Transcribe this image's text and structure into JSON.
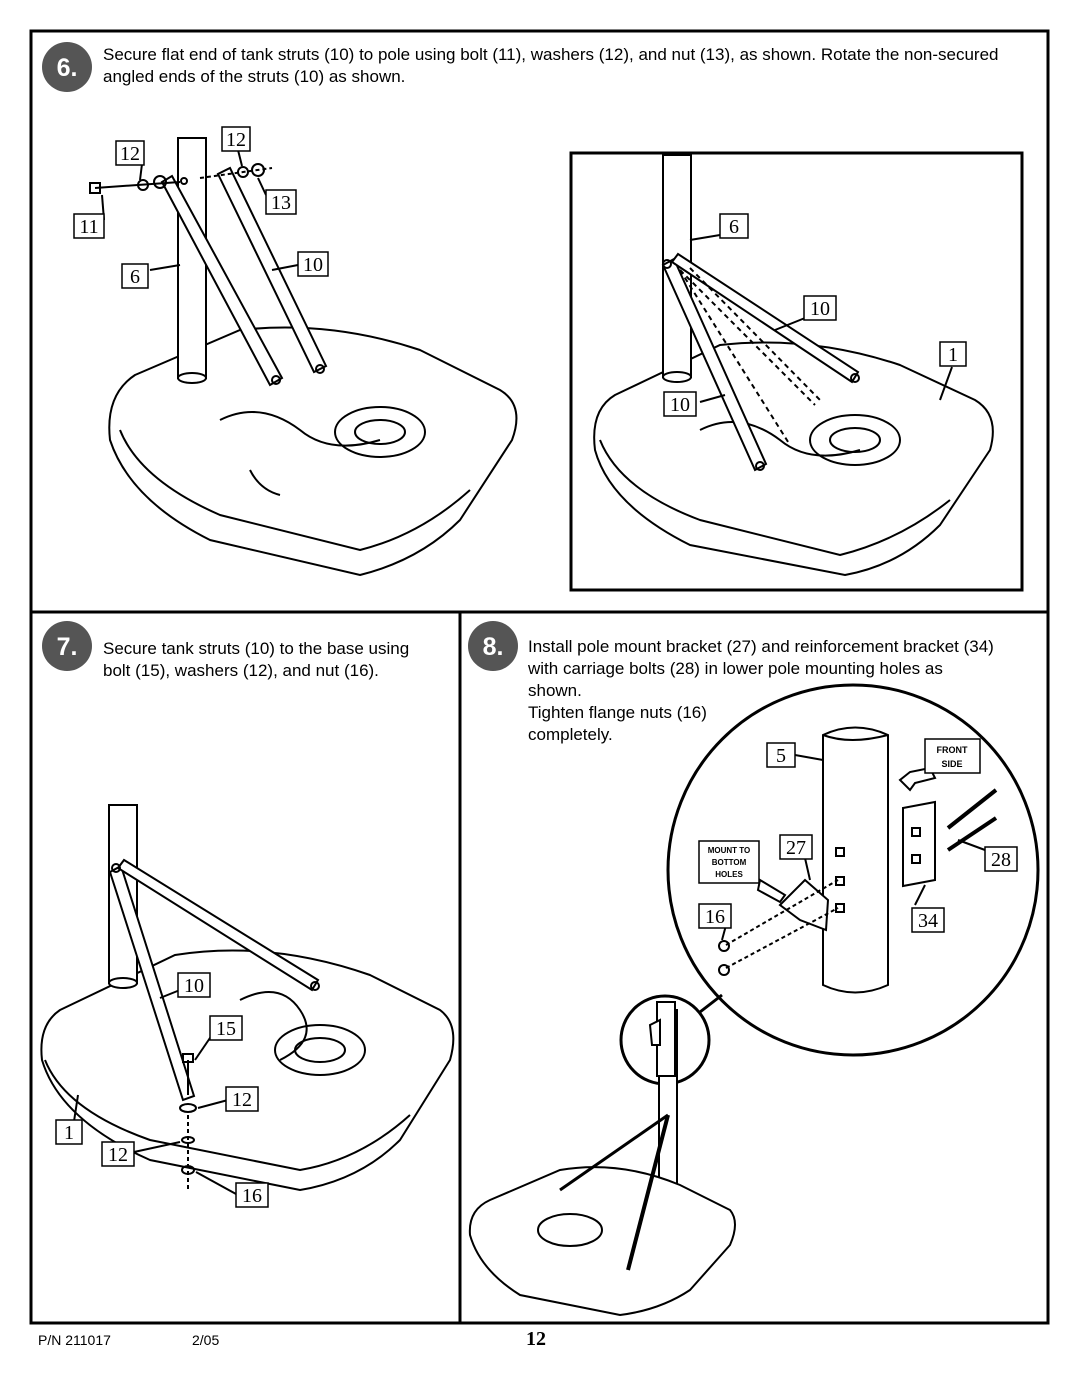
{
  "steps": [
    {
      "number": "6.",
      "text": "Secure flat end of tank struts (10) to pole using bolt (11), washers (12), and nut (13), as shown.  Rotate the non-secured angled ends of the struts (10) as shown."
    },
    {
      "number": "7.",
      "text": "Secure tank struts (10) to the base using bolt (15), washers (12), and nut (16)."
    },
    {
      "number": "8.",
      "text": "Install pole mount bracket (27) and reinforcement bracket (34) with carriage bolts (28) in lower pole mounting holes as shown.\nTighten flange nuts (16)\ncompletely."
    }
  ],
  "callouts": {
    "s6": [
      "12",
      "12",
      "13",
      "11",
      "6",
      "10"
    ],
    "s6_inset": [
      "6",
      "10",
      "1",
      "10"
    ],
    "s7": [
      "10",
      "15",
      "12",
      "1",
      "12",
      "16"
    ],
    "s8": [
      "5",
      "27",
      "28",
      "16",
      "34"
    ]
  },
  "labels": {
    "front_side": [
      "FRONT",
      "SIDE"
    ],
    "mount_to": [
      "MOUNT TO",
      "BOTTOM",
      "HOLES"
    ]
  },
  "footer": {
    "part_number": "P/N  211017",
    "date": "2/05",
    "page": "12"
  }
}
